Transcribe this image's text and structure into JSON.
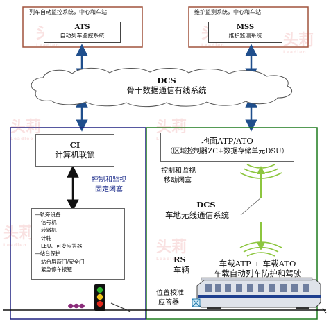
{
  "ats_zone": {
    "title": "列车自动监控系统，中心和车站",
    "box_title": "ATS",
    "box_sub": "自动列车监控系统"
  },
  "mss_zone": {
    "title": "维护监测系统，中心和车站",
    "box_title": "MSS",
    "box_sub": "维护监测系统"
  },
  "backbone": {
    "title": "DCS",
    "sub": "骨干数据通信有线系统"
  },
  "ci": {
    "title": "CI",
    "sub": "计算机联锁"
  },
  "ci_control": {
    "line1": "控制和监视",
    "line2": "固定闭塞"
  },
  "equipment_list": [
    "—轨旁设备",
    "信号机",
    "转辙机",
    "计轴",
    "LEU、可变应答器",
    "—站台保护",
    "站台屏蔽门/安全门",
    "紧急停车按钮"
  ],
  "atp_ground": {
    "title": "地面ATP/ATO",
    "sub": "（区域控制器ZC+数据存储单元DSU）"
  },
  "atp_control": {
    "line1": "控制和监视",
    "line2": "移动闭塞"
  },
  "wireless": {
    "title": "DCS",
    "sub": "车地无线通信系统"
  },
  "onboard": {
    "title": "车载ATP + 车载ATO",
    "sub": "车载自动列车防护和驾驶"
  },
  "rs": {
    "title": "RS",
    "sub": "车辆"
  },
  "balise": {
    "line1": "位置校准",
    "line2": "应答器"
  },
  "watermark": {
    "text": "头莉",
    "sub": "Leadleo"
  },
  "colors": {
    "top_border": "#a0523c",
    "ci_border": "#1f2080",
    "atp_border": "#1d7a1d",
    "arrow_blue": "#1f4e8c",
    "arrow_green": "#8dc63f",
    "label_blue": "#1f2f8c"
  }
}
